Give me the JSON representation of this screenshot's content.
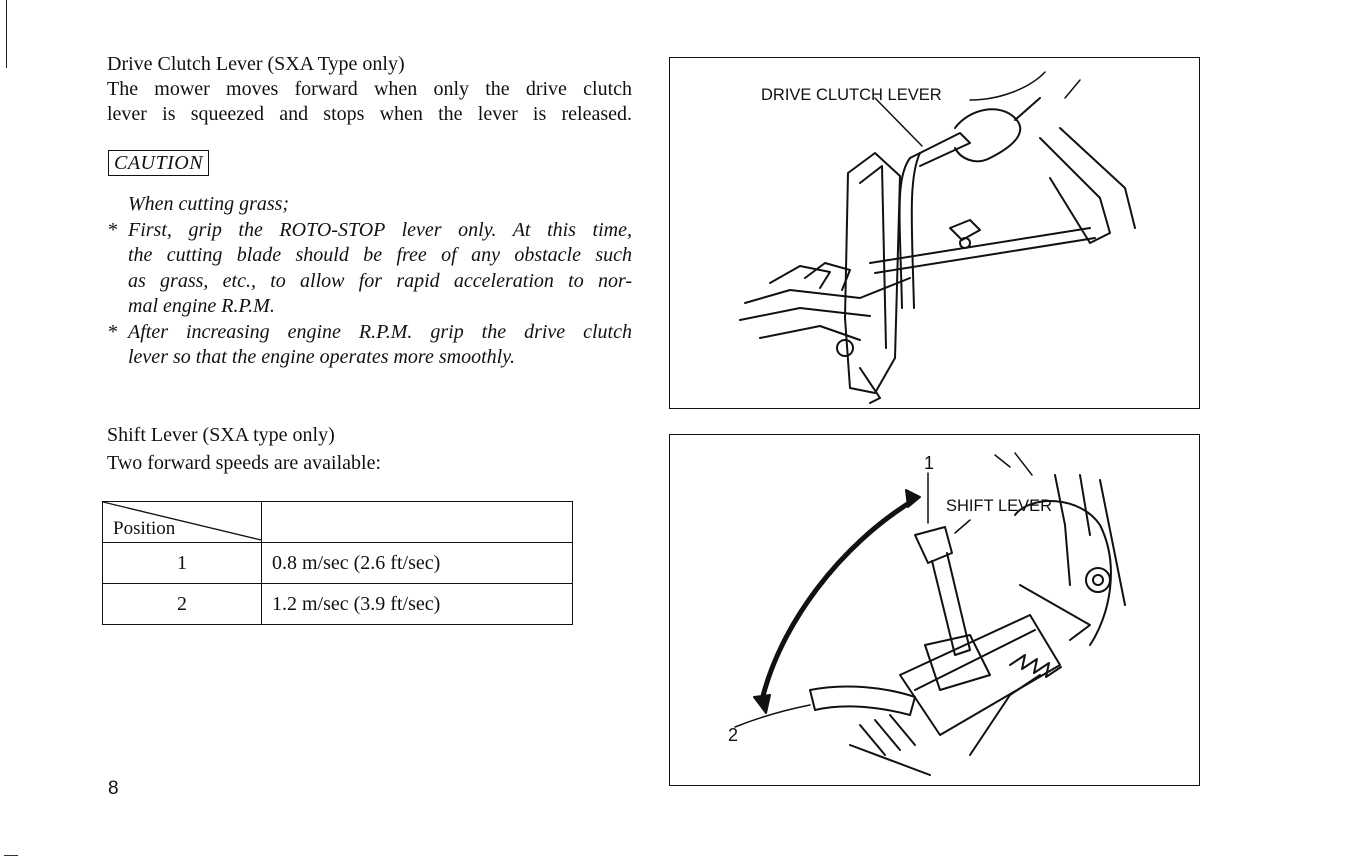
{
  "drive_clutch": {
    "heading": "Drive Clutch Lever (SXA Type only)",
    "line1": "The mower moves forward when only the drive clutch",
    "line2": "lever is squeezed and stops when the lever is released."
  },
  "caution": {
    "label": "CAUTION",
    "intro": "When cutting grass;",
    "bullet_mark": "*",
    "bullet1": [
      "First, grip the ROTO-STOP lever only. At this time,",
      "the cutting blade should be free of any obstacle such",
      "as grass, etc., to allow for rapid acceleration to nor-",
      "mal engine R.P.M."
    ],
    "bullet2": [
      "After increasing engine R.P.M. grip the drive clutch",
      "lever so that the engine operates more smoothly."
    ]
  },
  "shift": {
    "heading": "Shift Lever (SXA type only)",
    "subtitle": "Two forward speeds are available:"
  },
  "speed_table": {
    "header": "Position",
    "rows": [
      {
        "position": "1",
        "speed": "0.8 m/sec (2.6 ft/sec)"
      },
      {
        "position": "2",
        "speed": "1.2 m/sec (3.9 ft/sec)"
      }
    ]
  },
  "figure1": {
    "label": "DRIVE CLUTCH LEVER"
  },
  "figure2": {
    "label": "SHIFT LEVER",
    "callout1": "1",
    "callout2": "2"
  },
  "page_number": "8"
}
